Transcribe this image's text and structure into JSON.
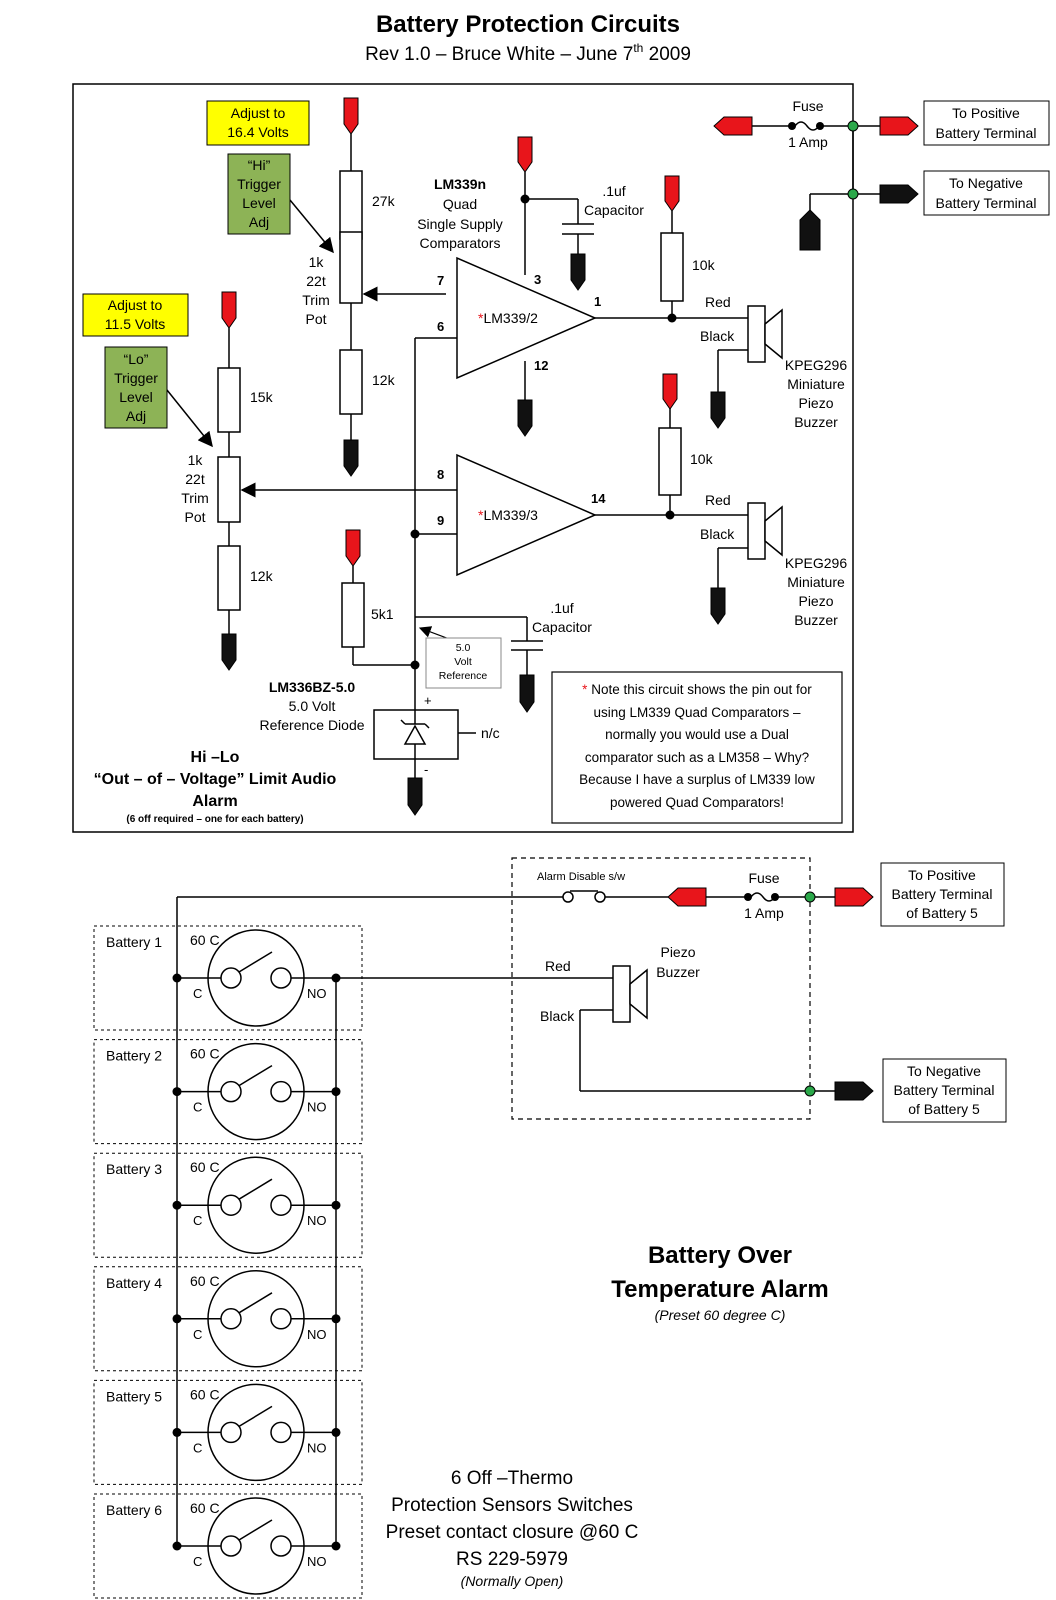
{
  "header": {
    "title": "Battery Protection Circuits",
    "subtitle_main": "Rev 1.0 – Bruce White – June 7",
    "subtitle_sup": "th",
    "subtitle_year": " 2009"
  },
  "colors": {
    "terminal_red": "#e8151b",
    "terminal_black": "#111111",
    "note_yellow": "#ffff00",
    "note_green": "#8db356",
    "junction_green": "#2ba84a"
  },
  "alarm": {
    "adjust_hi": [
      "Adjust to",
      "16.4 Volts"
    ],
    "adjust_lo": [
      "Adjust to",
      "11.5 Volts"
    ],
    "hi_trigger": [
      "“Hi”",
      "Trigger",
      "Level",
      "Adj"
    ],
    "lo_trigger": [
      "“Lo”",
      "Trigger",
      "Level",
      "Adj"
    ],
    "r_27k": "27k",
    "r_12k_a": "12k",
    "r_15k": "15k",
    "r_12k_b": "12k",
    "r_5k1": "5k1",
    "r_10k_a": "10k",
    "r_10k_b": "10k",
    "trimpot_hi": [
      "1k",
      "22t",
      "Trim",
      "Pot"
    ],
    "trimpot_lo": [
      "1k",
      "22t",
      "Trim",
      "Pot"
    ],
    "chip": [
      "LM339n",
      "Quad",
      "Single Supply",
      "Comparators"
    ],
    "comp_a": "LM339/2",
    "comp_b": "LM339/3",
    "star": "*",
    "pins": {
      "p7": "7",
      "p6": "6",
      "p3": "3",
      "p1": "1",
      "p12": "12",
      "p8": "8",
      "p9": "9",
      "p14": "14"
    },
    "cap_a": [
      ".1uf",
      "Capacitor"
    ],
    "cap_b": [
      ".1uf",
      "Capacitor"
    ],
    "red_label_a": "Red",
    "black_label_a": "Black",
    "red_label_b": "Red",
    "black_label_b": "Black",
    "buzzer_a": [
      "KPEG296",
      "Miniature",
      "Piezo",
      "Buzzer"
    ],
    "buzzer_b": [
      "KPEG296",
      "Miniature",
      "Piezo",
      "Buzzer"
    ],
    "fuse": "Fuse",
    "fuse_rating": "1 Amp",
    "to_positive": [
      "To Positive",
      "Battery Terminal"
    ],
    "to_negative": [
      "To Negative",
      "Battery Terminal"
    ],
    "ref_box": [
      "5.0",
      "Volt",
      "Reference"
    ],
    "diode_part": "LM336BZ-5.0",
    "diode_desc": [
      "5.0 Volt",
      "Reference Diode"
    ],
    "plus": "+",
    "minus": "-",
    "nc": "n/c",
    "caption": [
      "Hi –Lo",
      "“Out – of – Voltage” Limit Audio",
      "Alarm"
    ],
    "caption_small": "(6 off required – one for each battery)",
    "note": [
      "Note this circuit shows the pin out for",
      "using LM339 Quad Comparators –",
      "normally you would use a Dual",
      "comparator such as a LM358 – Why?",
      "Because I have a surplus of LM339 low",
      "powered Quad Comparators!"
    ]
  },
  "temp": {
    "alarm_disable": "Alarm Disable s/w",
    "fuse": "Fuse",
    "fuse_rating": "1 Amp",
    "to_positive": [
      "To Positive",
      "Battery Terminal",
      "of Battery 5"
    ],
    "to_negative": [
      "To Negative",
      "Battery Terminal",
      "of Battery 5"
    ],
    "red": "Red",
    "black": "Black",
    "piezo": [
      "Piezo",
      "Buzzer"
    ],
    "batteries": [
      {
        "name": "Battery 1",
        "temp": "60 C",
        "c": "C",
        "no": "NO"
      },
      {
        "name": "Battery 2",
        "temp": "60 C",
        "c": "C",
        "no": "NO"
      },
      {
        "name": "Battery 3",
        "temp": "60 C",
        "c": "C",
        "no": "NO"
      },
      {
        "name": "Battery 4",
        "temp": "60 C",
        "c": "C",
        "no": "NO"
      },
      {
        "name": "Battery 5",
        "temp": "60 C",
        "c": "C",
        "no": "NO"
      },
      {
        "name": "Battery 6",
        "temp": "60 C",
        "c": "C",
        "no": "NO"
      }
    ],
    "title": [
      "Battery Over",
      "Temperature Alarm"
    ],
    "title_sub": "(Preset 60 degree C)",
    "sensor_text": [
      "6 Off –Thermo",
      "Protection Sensors Switches",
      "Preset contact closure @60 C",
      "RS 229-5979"
    ],
    "sensor_sub": "(Normally Open)"
  }
}
